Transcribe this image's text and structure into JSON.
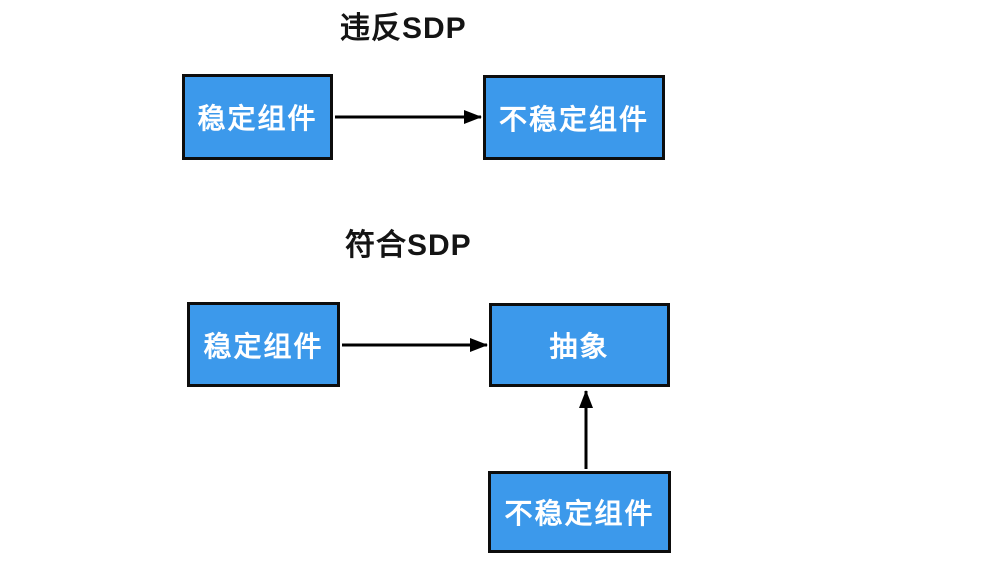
{
  "diagram": {
    "background_color": "#ffffff",
    "node_fill_color": "#3c99eb",
    "node_border_color": "#0d0d0d",
    "node_text_color": "#ffffff",
    "arrow_color": "#000000",
    "title_text_color": "#141414",
    "sections": [
      {
        "title": "违反SDP",
        "nodes": [
          {
            "id": "stable-component",
            "label": "稳定组件"
          },
          {
            "id": "unstable-component",
            "label": "不稳定组件"
          }
        ],
        "edges": [
          {
            "from": "stable-component",
            "to": "unstable-component",
            "direction": "right"
          }
        ]
      },
      {
        "title": "符合SDP",
        "nodes": [
          {
            "id": "stable-component",
            "label": "稳定组件"
          },
          {
            "id": "abstraction",
            "label": "抽象"
          },
          {
            "id": "unstable-component",
            "label": "不稳定组件"
          }
        ],
        "edges": [
          {
            "from": "stable-component",
            "to": "abstraction",
            "direction": "right"
          },
          {
            "from": "unstable-component",
            "to": "abstraction",
            "direction": "up"
          }
        ]
      }
    ]
  }
}
